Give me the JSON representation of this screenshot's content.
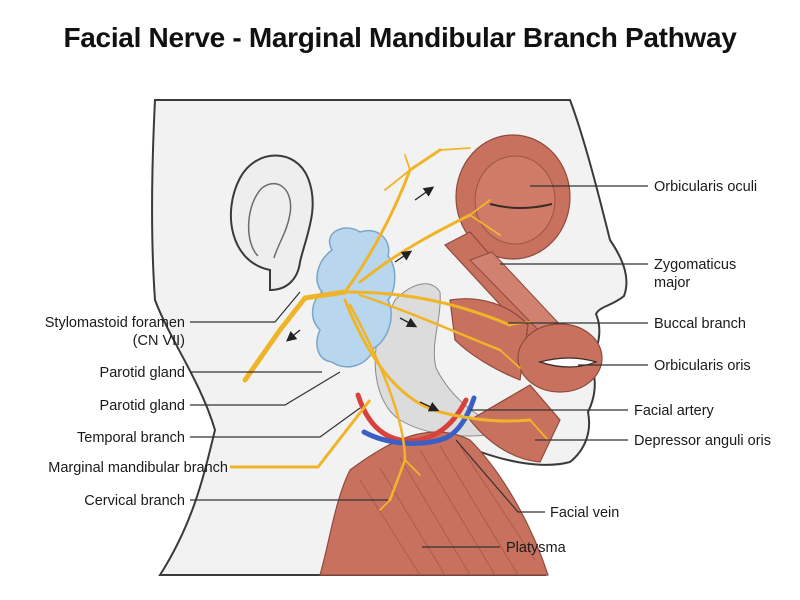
{
  "title": "Facial Nerve - Marginal Mandibular Branch Pathway",
  "colors": {
    "nerve": "#f0b429",
    "muscle": "#c8715f",
    "parotid": "#b9d6ef",
    "artery": "#d9413b",
    "vein": "#3b5fc4",
    "skin": "#f2f2f2",
    "highlight_leader": "#f0b429"
  },
  "labels": {
    "left": {
      "stylomastoid_line1": "Stylomastoid foramen",
      "stylomastoid_line2": "(CN VII)",
      "parotid_gland_1": "Parotid gland",
      "parotid_gland_2": "Parotid gland",
      "temporal_branch": "Temporal branch",
      "marginal_mandibular_branch": "Marginal mandibular branch",
      "cervical_branch": "Cervical branch"
    },
    "right": {
      "orbicularis_oculi": "Orbicularis oculi",
      "zygomaticus_line1": "Zygomaticus",
      "zygomaticus_line2": "major",
      "buccal_branch": "Buccal branch",
      "orbicularis_oris": "Orbicularis oris",
      "facial_artery": "Facial artery",
      "depressor_anguli_oris": "Depressor anguli oris",
      "facial_vein": "Facial vein",
      "platysma": "Platysma"
    }
  }
}
